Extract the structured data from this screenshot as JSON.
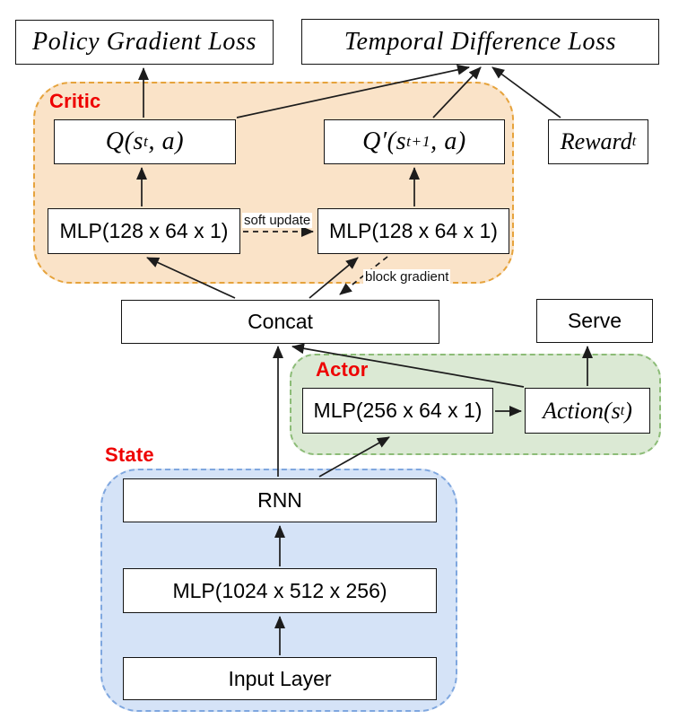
{
  "regions": {
    "critic": {
      "label": "Critic"
    },
    "actor": {
      "label": "Actor"
    },
    "state": {
      "label": "State"
    }
  },
  "nodes": {
    "policy_gradient_loss": {
      "label": "Policy Gradient Loss"
    },
    "temporal_difference_loss": {
      "label": "Temporal Difference Loss"
    },
    "q_current": {
      "pre": "Q(s",
      "sub": "t",
      "post": ", a)"
    },
    "q_target": {
      "pre": "Q′(s",
      "sub": "t+1",
      "post": ", a)"
    },
    "reward": {
      "pre": "Reward",
      "sub": "t",
      "post": ""
    },
    "critic_mlp_online": {
      "label": "MLP(128 x 64 x 1)"
    },
    "critic_mlp_target": {
      "label": "MLP(128 x 64 x 1)"
    },
    "concat": {
      "label": "Concat"
    },
    "serve": {
      "label": "Serve"
    },
    "actor_mlp": {
      "label": "MLP(256 x 64 x 1)"
    },
    "action": {
      "pre": "Action(s",
      "sub": "t",
      "post": ")"
    },
    "rnn": {
      "label": "RNN"
    },
    "state_mlp": {
      "label": "MLP(1024 x 512 x 256)"
    },
    "input_layer": {
      "label": "Input Layer"
    }
  },
  "edge_labels": {
    "soft_update": "soft update",
    "block_gradient": "block gradient"
  },
  "colors": {
    "critic_fill": "#fae3c8",
    "critic_border": "#e6a33c",
    "actor_fill": "#dbe9d4",
    "actor_border": "#8cbc77",
    "state_fill": "#d5e3f7",
    "state_border": "#7fa7df",
    "region_label": "#ee0000",
    "box_border": "#141414",
    "arrow": "#1c1c1c"
  }
}
